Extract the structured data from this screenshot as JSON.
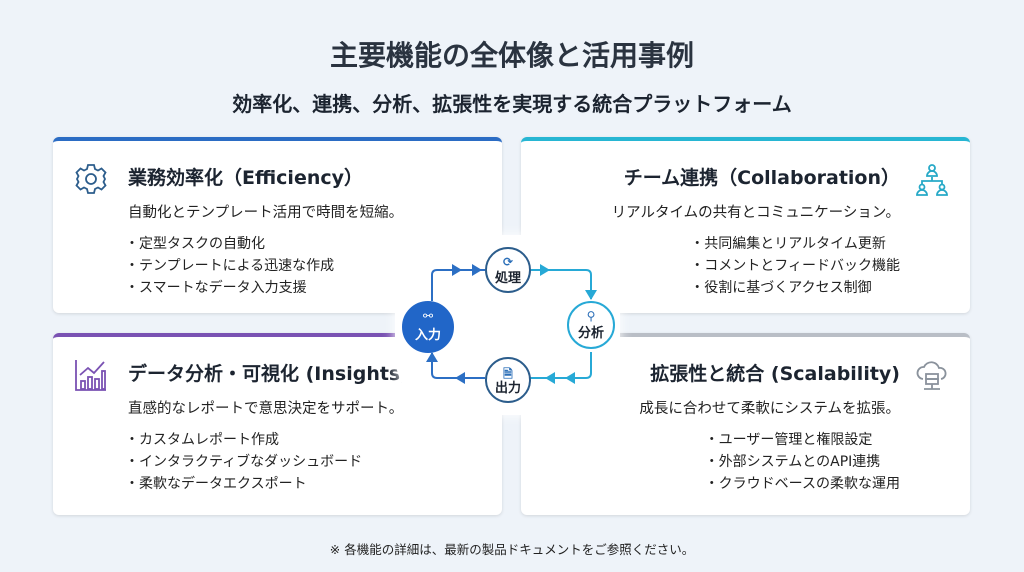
{
  "title": "主要機能の全体像と活用事例",
  "subtitle": "効率化、連携、分析、拡張性を実現する統合プラットフォーム",
  "cards": [
    {
      "title": "業務効率化（Efficiency）",
      "desc": "自動化とテンプレート活用で時間を短縮。",
      "bullets": [
        "・定型タスクの自動化",
        "・テンプレートによる迅速な作成",
        "・スマートなデータ入力支援"
      ],
      "icon": "gear-icon",
      "color": "#2b6cc4"
    },
    {
      "title": "チーム連携（Collaboration）",
      "desc": "リアルタイムの共有とコミュニケーション。",
      "bullets": [
        "・共同編集とリアルタイム更新",
        "・コメントとフィードバック機能",
        "・役割に基づくアクセス制御"
      ],
      "icon": "team-icon",
      "color": "#27b6d3"
    },
    {
      "title": "データ分析・可視化 (Insights)",
      "desc": "直感的なレポートで意思決定をサポート。",
      "bullets": [
        "・カスタムレポート作成",
        "・インタラクティブなダッシュボード",
        "・柔軟なデータエクスポート"
      ],
      "icon": "chart-icon",
      "color": "#7a52b3"
    },
    {
      "title": "拡張性と統合 (Scalability)",
      "desc": "成長に合わせて柔軟にシステムを拡張。",
      "bullets": [
        "・ユーザー管理と権限設定",
        "・外部システムとのAPI連携",
        "・クラウドベースの柔軟な運用"
      ],
      "icon": "cloud-server-icon",
      "color": "#b9bec6"
    }
  ],
  "cycle": {
    "input": "入力",
    "process": "処理",
    "analyze": "分析",
    "output": "出力"
  },
  "footer": "※ 各機能の詳細は、最新の製品ドキュメントをご参照ください。"
}
